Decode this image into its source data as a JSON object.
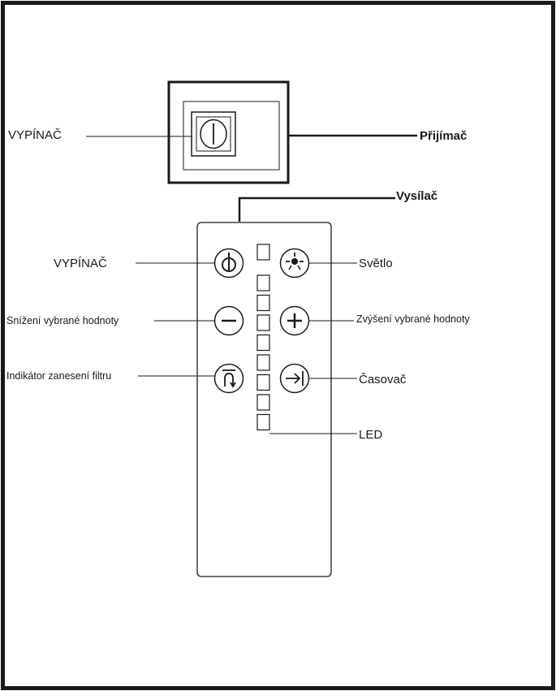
{
  "receiver": {
    "title": "Přijímač",
    "switch_label": "VYPÍNAČ"
  },
  "transmitter": {
    "title": "Vysílač",
    "power_label": "VYPÍNAČ",
    "light_label": "Světlo",
    "decrease_label": "Snížení vybrané hodnoty",
    "increase_label": "Zvýšení vybrané hodnoty",
    "filter_label": "Indikátor zanesení filtru",
    "timer_label": "Časovač",
    "led_label": "LED"
  },
  "icons": {
    "receiver_switch": "power-toggle-icon",
    "power": "power-icon",
    "light": "light-bulb-icon",
    "decrease": "minus-icon",
    "increase": "plus-icon",
    "filter": "filter-indicator-icon",
    "timer": "timer-arrow-icon"
  },
  "led_count": 9,
  "colors": {
    "line": "#1a1a1a",
    "background": "#ffffff"
  }
}
